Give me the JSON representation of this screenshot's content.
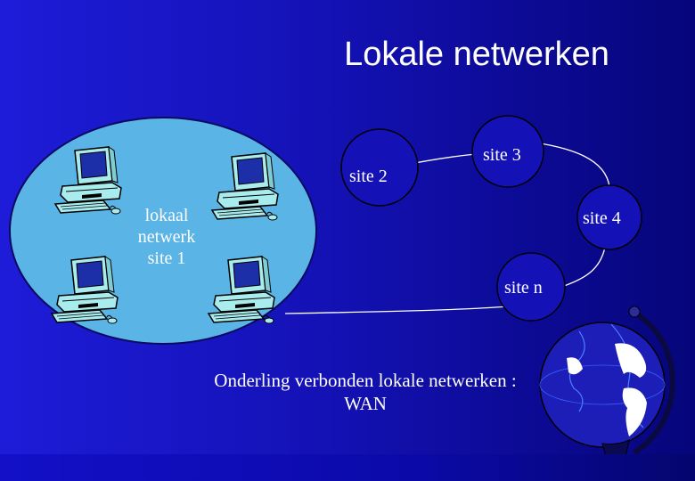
{
  "title": "Lokale netwerken",
  "lan": {
    "label_line1": "lokaal",
    "label_line2": "netwerk",
    "label_line3": "site 1"
  },
  "sites": {
    "site2": "site 2",
    "site3": "site 3",
    "site4": "site 4",
    "siten": "site n"
  },
  "caption": {
    "line1": "Onderling verbonden lokale netwerken :",
    "line2": "WAN"
  },
  "colors": {
    "background": "#1412b6",
    "lan_fill": "#5ab4e6",
    "link_line": "#ffffff",
    "text": "#ffffff"
  },
  "icons": [
    "computer-icon",
    "computer-icon",
    "computer-icon",
    "computer-icon",
    "globe-icon"
  ]
}
